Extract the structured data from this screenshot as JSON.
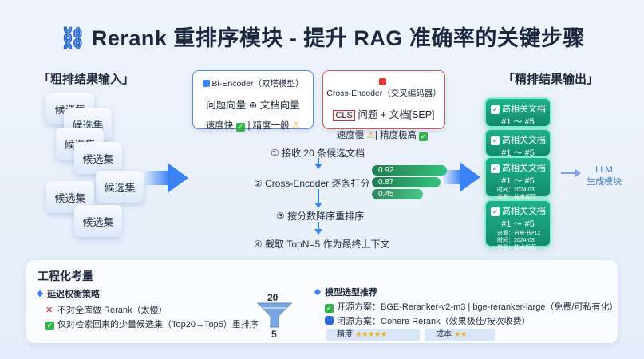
{
  "title": {
    "icon": "link-icon",
    "text": "Rerank 重排序模块 - 提升 RAG 准确率的关键步骤"
  },
  "left": {
    "label": "「粗排结果输入」",
    "candidates": [
      "候选集",
      "候选集",
      "候选集",
      "候选集",
      "候选集",
      "候选集",
      "候选集"
    ]
  },
  "bi_encoder": {
    "title": "Bi-Encoder（双塔模型）",
    "formula_left": "问题向量",
    "formula_op": "⊕",
    "formula_right": "文档向量",
    "speed": "速度快",
    "precision": "精度一般",
    "accent": "#3b82f6"
  },
  "cross_encoder": {
    "title": "Cross-Encoder（交叉编码器）",
    "cls": "CLS",
    "formula": "问题 + 文档[SEP]",
    "speed": "速度慢",
    "precision": "精度极高",
    "accent": "#e53935"
  },
  "steps": [
    "① 接收 20 条候选文档",
    "② Cross-Encoder 逐条打分",
    "③ 按分数降序重排序",
    "④ 截取 TopN=5 作为最终上下文"
  ],
  "scores": [
    "0.92",
    "0.87",
    "0.45"
  ],
  "right": {
    "label": "「精排结果输出」",
    "cards": [
      {
        "title": "高相关文档",
        "range": "#1 ～ #5"
      },
      {
        "title": "高相关文档",
        "range": "#1 ～ #5"
      },
      {
        "title": "高相关文档",
        "range": "#1 ～ #5",
        "meta": [
          "时间：2024-03",
          "类型：技术规范"
        ]
      },
      {
        "title": "高相关文档",
        "range": "#1 ～ #5",
        "meta": [
          "来源：白皮书P12",
          "时间：2024-03",
          "类型：技术规范"
        ]
      }
    ]
  },
  "llm": {
    "line1": "LLM",
    "line2": "生成模块"
  },
  "engineering": {
    "heading": "工程化考量",
    "latency_title": "延迟权衡策略",
    "bad": "不对全库做 Rerank（太慢）",
    "good": "仅对检索回来的少量候选集（Top20→Top5）重排序",
    "funnel_top": "20",
    "funnel_bottom": "5",
    "model_title": "模型选型推荐",
    "open_source": "开源方案：BGE-Reranker-v2-m3 | bge-reranker-large（免费/可私有化）",
    "closed_source": "闭源方案：Cohere Rerank（效果极佳/按次收费）",
    "precision_label": "精度",
    "precision_stars": "★★★★★",
    "cost_label": "成本",
    "cost_stars": "★★"
  }
}
